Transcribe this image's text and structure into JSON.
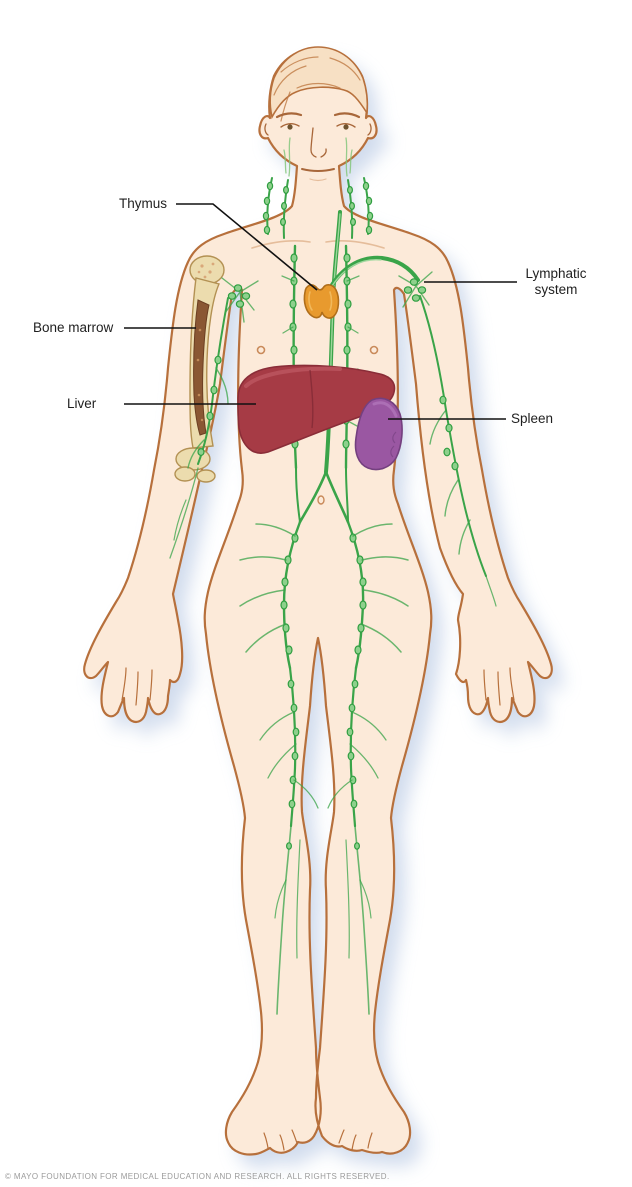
{
  "diagram": {
    "subject": "Lymphatic system anatomy illustration"
  },
  "labels": {
    "thymus": "Thymus",
    "bone_marrow": "Bone marrow",
    "liver": "Liver",
    "lymphatic_system": "Lymphatic system",
    "spleen": "Spleen"
  },
  "footer": {
    "copyright": "© MAYO FOUNDATION FOR MEDICAL EDUCATION AND RESEARCH. ALL RIGHTS RESERVED."
  },
  "colors": {
    "skin": "#fcead9",
    "hair": "#f7e0c4",
    "outline": "#b7703c",
    "face_line": "#a8673a",
    "vessel_green": "#3aa449",
    "node_green": "#8ed08c",
    "node_stroke": "#2f9e40",
    "liver": "#a63b45",
    "liver_stroke": "#8a2d38",
    "liver_highlight": "#c4606a",
    "spleen": "#9a57a2",
    "spleen_stroke": "#74407f",
    "thymus": "#e89a2e",
    "thymus_stroke": "#b06e1a",
    "bone": "#ecdcae",
    "bone_stroke": "#b39153",
    "marrow": "#8a5733",
    "shadow": "#c9d6ea",
    "label_text": "#1f1f1f",
    "copyright": "#9b9b9b"
  }
}
